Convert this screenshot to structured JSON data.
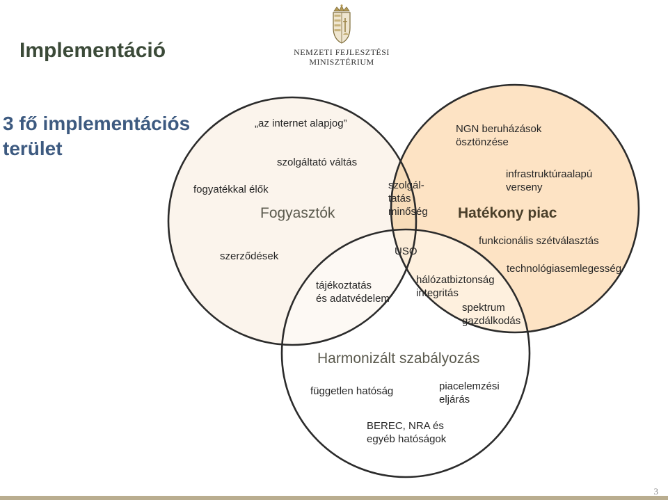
{
  "header": {
    "title": "Implementáció",
    "logo_line1": "NEMZETI FEJLESZTÉSI",
    "logo_line2": "MINISZTÉRIUM"
  },
  "subtitle": {
    "line1": "3 fő implementációs",
    "line2": "terület"
  },
  "colors": {
    "circle_stroke": "#2b2b2b",
    "fill_consumers": "#fbf4ec",
    "fill_market": "#fde3c4",
    "fill_regulation": "#ffffff",
    "title": "#3b4a38",
    "subtitle": "#3d5a80"
  },
  "circles": {
    "consumers": {
      "heading": "Fogyasztók",
      "items": {
        "internet": "„az internet alapjog”",
        "switching": "szolgáltató váltás",
        "disabled": "fogyatékkal élők",
        "contracts": "szerződések"
      }
    },
    "market": {
      "heading": "Hatékony piac",
      "items": {
        "ngn_line1": "NGN beruházások",
        "ngn_line2": "ösztönzése",
        "infra_line1": "infrastruktúraalapú",
        "infra_line2": "verseny",
        "functional": "funkcionális szétválasztás",
        "tech": "technológiasemlegesség"
      }
    },
    "regulation": {
      "heading": "Harmonizált szabályozás",
      "items": {
        "independent": "független hatóság",
        "market_line1": "piacelemzési",
        "market_line2": "eljárás",
        "berec_line1": "BEREC, NRA és",
        "berec_line2": "egyéb hatóságok"
      }
    }
  },
  "overlaps": {
    "quality_line1": "szolgál-",
    "quality_line2": "tatás",
    "quality_line3": "minőség",
    "uso": "USO",
    "info_line1": "tájékoztatás",
    "info_line2": "és adatvédelem",
    "security_line1": "hálózatbiztonság",
    "security_line2": "integritás",
    "spectrum_line1": "spektrum",
    "spectrum_line2": "gazdálkodás"
  },
  "footer": {
    "page_number": "3"
  }
}
